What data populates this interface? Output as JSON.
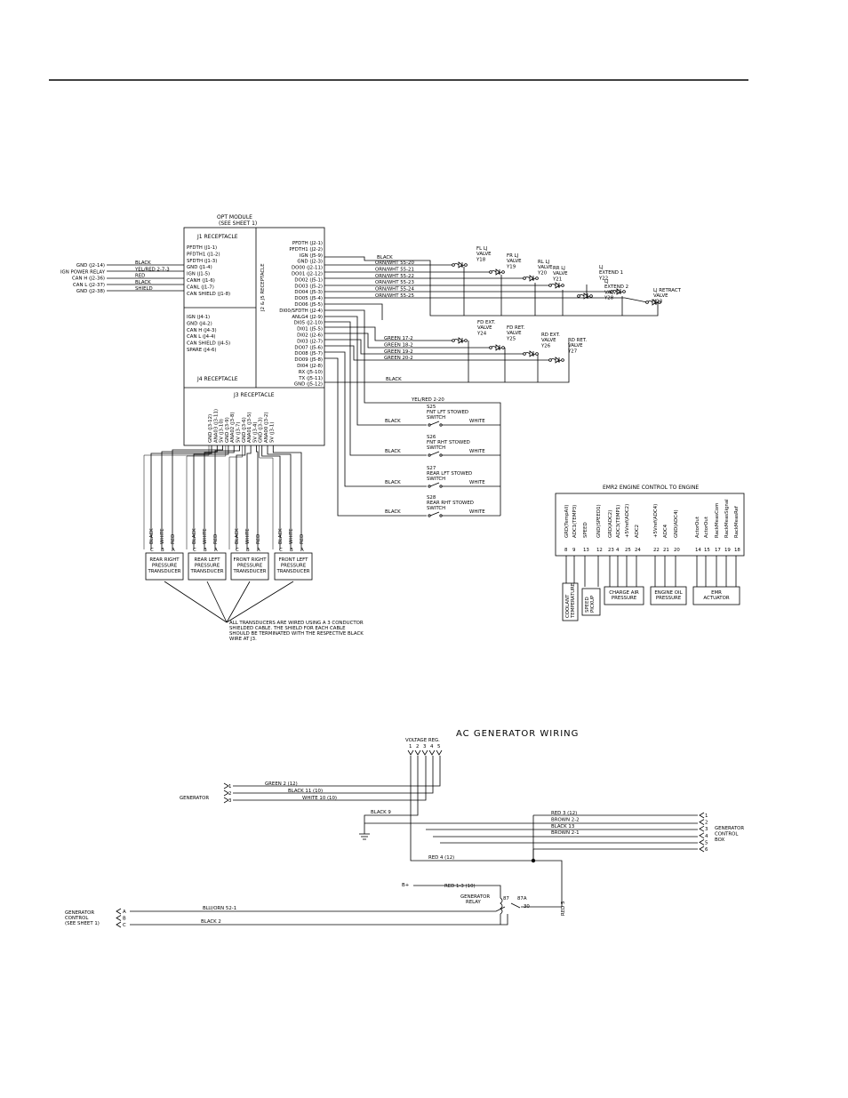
{
  "opt_module": {
    "title": "OPT MODULE",
    "subtitle": "(SEE SHEET 1)",
    "j1_label": "J1 RECEPTACLE",
    "j1_pins": [
      "PFDTH (J1-1)",
      "PFDTH1 (J1-2)",
      "SFDTH (J1-3)",
      "GND (J1-4)",
      "IGN (J1-5)",
      "CANH (J1-6)",
      "CANL (J1-7)",
      "CAN SHIELD (J1-8)"
    ],
    "j4_pins": [
      "IGN (J4-1)",
      "GND (J4-2)",
      "CAN H (J4-3)",
      "CAN L (J4-4)",
      "CAN SHIELD (J4-5)",
      "SPARE (J4-6)"
    ],
    "j4_label": "J4 RECEPTACLE",
    "j2j5_label": "J2 & J5 RECEPTACLE",
    "j2j5_pins": [
      "PFDTH (J2-1)",
      "PFDTH1 (J2-2)",
      "IGN (J5-9)",
      "GND (J2-3)",
      "DO00 (J2-11)",
      "DO01 (J2-12)",
      "DO02 (J5-1)",
      "DO03 (J5-2)",
      "DO04 (J5-3)",
      "DO05 (J5-4)",
      "DO06 (J5-5)",
      "DI00/SFDTH (J2-4)",
      "ANLG4 (J2-9)",
      "DI05 (J2-10)",
      "DI01 (J5-5)",
      "DI02 (J2-6)",
      "DI03 (J2-7)",
      "DO07 (J5-6)",
      "DO08 (J5-7)",
      "DO09 (J5-8)",
      "DI04 (J2-8)",
      "RX (J5-10)",
      "TX (J5-11)",
      "GND (J5-12)"
    ],
    "j3_label": "J3 RECEPTACLE",
    "j3_pins": [
      "GND (J3-12)",
      "ANA03 (J3-11)",
      "5V (J3-10)",
      "GND (J3-9)",
      "ANA02 (J3-8)",
      "5V (J3-7)",
      "GND (J3-6)",
      "ANA01 (J3-5)",
      "5V (J3-4)",
      "GND (J3-3)",
      "ANA00 (J3-2)",
      "5V (J3-1)"
    ]
  },
  "left_inputs": [
    {
      "label": "GND (J2-14)",
      "wire": "BLACK"
    },
    {
      "label": "IGN POWER RELAY",
      "wire": "YEL/RED 2-7-3"
    },
    {
      "label": "CAN H (J2-36)",
      "wire": "RED"
    },
    {
      "label": "CAN L (J2-37)",
      "wire": "BLACK"
    },
    {
      "label": "GND (J2-38)",
      "wire": "SHIELD"
    }
  ],
  "valve_wires": {
    "black": "BLACK",
    "orn": [
      "ORN/WHT 55-20",
      "ORN/WHT 55-21",
      "ORN/WHT 55-22",
      "ORN/WHT 55-23",
      "ORN/WHT 55-24",
      "ORN/WHT 55-25"
    ],
    "green": [
      "GREEN 17-2",
      "GREEN 18-2",
      "GREEN 19-2",
      "GREEN 20-2"
    ],
    "gnd_black": "BLACK"
  },
  "valves_top": [
    {
      "l1": "FL LJ",
      "l2": "VALVE",
      "l3": "Y18"
    },
    {
      "l1": "FR LJ",
      "l2": "VALVE",
      "l3": "Y19"
    },
    {
      "l1": "RL LJ",
      "l2": "VALVE",
      "l3": "Y20"
    },
    {
      "l1": "RR LJ",
      "l2": "VALVE",
      "l3": "Y21"
    },
    {
      "l1": "LJ",
      "l2": "EXTEND 1",
      "l3": "Y22"
    },
    {
      "l1": "LJ",
      "l2": "EXTEND 2",
      "l3": "VALVE",
      "l4": "Y28"
    },
    {
      "l1": "LJ RETRACT",
      "l2": "VALVE",
      "l3": "Y23"
    }
  ],
  "valves_mid": [
    {
      "l1": "FD EXT.",
      "l2": "VALVE",
      "l3": "Y24"
    },
    {
      "l1": "FD RET.",
      "l2": "VALVE",
      "l3": "Y25"
    },
    {
      "l1": "RD EXT.",
      "l2": "VALVE",
      "l3": "Y26"
    },
    {
      "l1": "RD RET.",
      "l2": "VALVE",
      "l3": "Y27"
    }
  ],
  "switch_supply": "YEL/RED 2-20",
  "switches": [
    {
      "id": "S25",
      "name": "FNT LFT STOWED",
      "sw": "SWITCH",
      "left_wire": "BLACK",
      "right_wire": "WHITE"
    },
    {
      "id": "S26",
      "name": "FNT RHT STOWED",
      "sw": "SWITCH",
      "left_wire": "BLACK",
      "right_wire": "WHITE"
    },
    {
      "id": "S27",
      "name": "REAR LFT STOWED",
      "sw": "SWITCH",
      "left_wire": "BLACK",
      "right_wire": "WHITE"
    },
    {
      "id": "S28",
      "name": "REAR RHT STOWED",
      "sw": "SWITCH",
      "left_wire": "BLACK",
      "right_wire": "WHITE"
    }
  ],
  "transducers": [
    {
      "wires": [
        "BLACK",
        "WHITE",
        "RED"
      ],
      "name": [
        "REAR RIGHT",
        "PRESSURE",
        "TRANSDUCER"
      ],
      "pins": [
        "C",
        "B",
        "A"
      ]
    },
    {
      "wires": [
        "BLACK",
        "WHITE",
        "RED"
      ],
      "name": [
        "REAR LEFT",
        "PRESSURE",
        "TRANSDUCER"
      ],
      "pins": [
        "C",
        "B",
        "A"
      ]
    },
    {
      "wires": [
        "BLACK",
        "WHITE",
        "RED"
      ],
      "name": [
        "FRONT RIGHT",
        "PRESSURE",
        "TRANSDUCER"
      ],
      "pins": [
        "C",
        "B",
        "A"
      ]
    },
    {
      "wires": [
        "BLACK",
        "WHITE",
        "RED"
      ],
      "name": [
        "FRONT LEFT",
        "PRESSURE",
        "TRANSDUCER"
      ],
      "pins": [
        "C",
        "B",
        "A"
      ]
    }
  ],
  "transducer_note": [
    "ALL TRANSDUCERS ARE WIRED USING A 3 CONDUCTOR",
    "SHIELDED CABLE. THE SHIELD FOR EACH CABLE",
    "SHOULD BE TERMINATED WITH THE RESPECTIVE BLACK",
    "WIRE AT J3."
  ],
  "emr2": {
    "title": "EMR2 ENGINE CONTROL TO ENGINE",
    "columns": [
      {
        "label": "GRD(TempAll)",
        "pin": "8"
      },
      {
        "label": "ADC1(TEMP3)",
        "pin": "9"
      },
      {
        "label": "SPEED",
        "pin": "13"
      },
      {
        "label": "GND(SPEED1)",
        "pin": "12"
      },
      {
        "label": "GRD(ADC2)",
        "pin": "23"
      },
      {
        "label": "ADC3(TEMP1)",
        "pin": "4"
      },
      {
        "label": "+5Vref(ADC2)",
        "pin": "25"
      },
      {
        "label": "ADC2",
        "pin": "24"
      },
      {
        "label": "+5Vref(ADC4)",
        "pin": "22"
      },
      {
        "label": "ADC4",
        "pin": "21"
      },
      {
        "label": "GND(ADC4)",
        "pin": "20"
      },
      {
        "label": "ActorOut",
        "pin": "14"
      },
      {
        "label": "ActorOut",
        "pin": "15"
      },
      {
        "label": "RackMeasCom",
        "pin": "17"
      },
      {
        "label": "RackMeasSignal",
        "pin": "19"
      },
      {
        "label": "RackMeasRef",
        "pin": "18"
      }
    ],
    "boxes": {
      "coolant": [
        "COOLANT",
        "TEMPERATURE"
      ],
      "speed": [
        "SPEED",
        "PICKUP"
      ],
      "charge": [
        "CHARGE AIR",
        "PRESSURE"
      ],
      "oil": [
        "ENGINE OIL",
        "PRESSURE"
      ],
      "emr": [
        "EMR",
        "ACTUATOR"
      ]
    }
  },
  "ac_generator": {
    "title": "AC GENERATOR WIRING",
    "voltage_reg": "VOLTAGE REG.",
    "reg_pins": [
      "1",
      "2",
      "3",
      "4",
      "5"
    ],
    "generator_label": "GENERATOR",
    "gen_pins": [
      "1",
      "2",
      "3"
    ],
    "gen_wires": [
      "GREEN 2 (12)",
      "BLACK 11 (10)",
      "WHITE 10 (10)"
    ],
    "black9": "BLACK 9",
    "box_wires": [
      "RED 3 (12)",
      "BROWN 2-2",
      "BLACK 13",
      "BROWN 2-1"
    ],
    "box_pins": [
      "1",
      "2",
      "3",
      "4",
      "5",
      "6"
    ],
    "box_label": [
      "GENERATOR",
      "CONTROL",
      "BOX"
    ],
    "red4": "RED 4 (12)",
    "b_plus": "B+",
    "red13": "RED 1-3 (10)",
    "relay_label": [
      "GENERATOR",
      "RELAY"
    ],
    "relay_pins": [
      "87",
      "87A",
      "30"
    ],
    "red5": "RED 5",
    "control_label": [
      "GENERATOR",
      "CONTROL",
      "(SEE SHEET 1)"
    ],
    "control_pins": [
      "A",
      "B",
      "C"
    ],
    "control_wires": [
      "BLU/ORN 52-1",
      "BLACK 2"
    ]
  }
}
